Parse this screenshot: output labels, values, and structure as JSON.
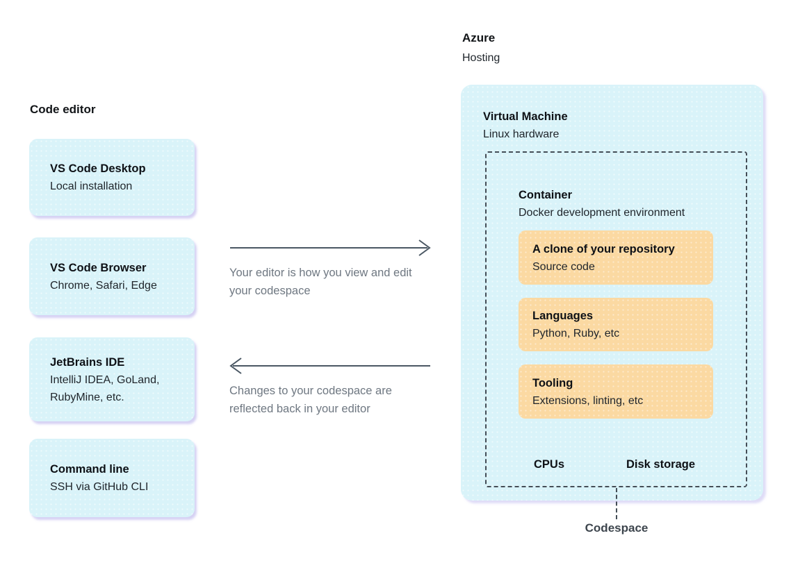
{
  "left_column": {
    "heading": "Code editor",
    "boxes": [
      {
        "title": "VS Code Desktop",
        "subtitle": "Local installation"
      },
      {
        "title": "VS Code Browser",
        "subtitle": "Chrome, Safari, Edge"
      },
      {
        "title": "JetBrains IDE",
        "subtitle": "IntelliJ IDEA, GoLand, RubyMine, etc."
      },
      {
        "title": "Command line",
        "subtitle": "SSH via GitHub CLI"
      }
    ]
  },
  "middle": {
    "arrow_right_label": "Your editor is how you view and edit your codespace",
    "arrow_left_label": "Changes to your codespace are reflected back in your editor"
  },
  "right_column": {
    "heading_title": "Azure",
    "heading_subtitle": "Hosting",
    "vm_title": "Virtual Machine",
    "vm_subtitle": "Linux hardware",
    "container": {
      "title": "Container",
      "subtitle": "Docker development environment",
      "items": [
        {
          "title": "A clone of your repository",
          "subtitle": "Source code"
        },
        {
          "title": "Languages",
          "subtitle": "Python, Ruby, etc"
        },
        {
          "title": "Tooling",
          "subtitle": "Extensions, linting, etc"
        }
      ],
      "footer_left": "CPUs",
      "footer_right": "Disk storage"
    },
    "codespace_label": "Codespace"
  },
  "colors": {
    "cyan_fill": "#d9f3f9",
    "orange_fill": "#fbd9a2",
    "dashed_border": "#444d56",
    "arrow": "#4a5763",
    "mid_text": "#6e7781",
    "shadow": "#b2ace9",
    "text_dark": "#0e1116"
  }
}
